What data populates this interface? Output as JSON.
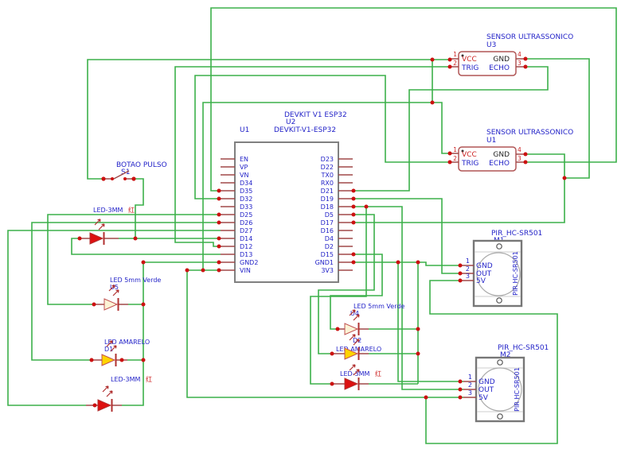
{
  "schematic": {
    "esp32": {
      "title": "DEVKIT V1 ESP32",
      "ref_overlap": "U2",
      "ref": "U1",
      "subtitle": "DEVKIT-V1-ESP32",
      "left_pins": [
        "EN",
        "VP",
        "VN",
        "D34",
        "D35",
        "D32",
        "D33",
        "D25",
        "D26",
        "D27",
        "D14",
        "D12",
        "D13",
        "GND2",
        "VIN"
      ],
      "right_pins": [
        "D23",
        "D22",
        "TX0",
        "RX0",
        "D21",
        "D19",
        "D18",
        "D5",
        "D17",
        "D16",
        "D4",
        "D2",
        "D15",
        "GND1",
        "3V3"
      ]
    },
    "sensor_u3": {
      "title": "SENSOR ULTRASSONICO",
      "ref": "U3",
      "vcc": "VCC",
      "trig": "TRIG",
      "gnd": "GND",
      "echo": "ECHO",
      "n1": "1",
      "n2": "2",
      "n3": "3",
      "n4": "4"
    },
    "sensor_u1": {
      "title": "SENSOR ULTRASSONICO",
      "ref": "U1",
      "vcc": "VCC",
      "trig": "TRIG",
      "gnd": "GND",
      "echo": "ECHO",
      "n1": "1",
      "n2": "2",
      "n3": "3",
      "n4": "4"
    },
    "pir_m1": {
      "title": "PIR_HC-SR501",
      "ref": "M1",
      "side_label": "PIR HC-SR501",
      "pin1": "GND",
      "pin2": "OUT",
      "pin3": "5V",
      "n1": "1",
      "n2": "2",
      "n3": "3"
    },
    "pir_m2": {
      "title": "PIR_HC-SR501",
      "ref": "M2",
      "side_label": "PIR HC-SR501",
      "pin1": "GND",
      "pin2": "OUT",
      "pin3": "5V",
      "n1": "1",
      "n2": "2",
      "n3": "3"
    },
    "button": {
      "label": "BOTAO PULSO",
      "ref": "S1"
    },
    "leds": {
      "led1": {
        "prefix": "LED-3MM",
        "cn": "红"
      },
      "led2": {
        "label": "LED 5mm Verde",
        "ref": "U5"
      },
      "led3": {
        "label": "LED AMARELO",
        "ref": "D1"
      },
      "led4": {
        "prefix": "LED-3MM",
        "cn": "红"
      },
      "led_u4": {
        "label": "LED 5mm Verde",
        "ref": "U4"
      },
      "led_d2": {
        "label": "LED AMARELO",
        "ref": "D2"
      },
      "led_mid_red": {
        "prefix": "LED-3MM",
        "cn": "红"
      }
    },
    "colors": {
      "wire_green": "#3cb04a",
      "pin_maroon": "#a04848",
      "text_blue": "#2323c8",
      "text_red": "#cc2222",
      "junction_red": "#cc1111"
    }
  }
}
